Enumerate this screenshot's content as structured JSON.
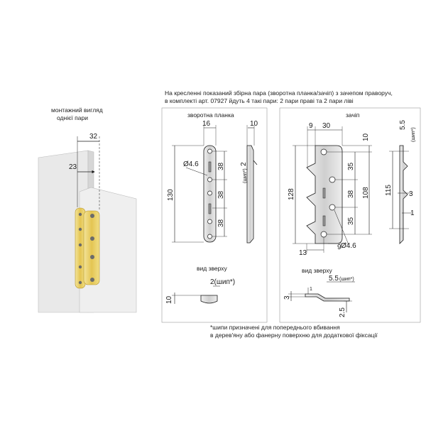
{
  "header": {
    "line1": "На кресленні показаний збірна пара (зворотна планка/зачіп) з зачепом праворуч,",
    "line2": "в комплекті арт. 07927 йдуть 4 такі пари: 2 пари праві та 2 пари ліві"
  },
  "mount_view": {
    "title1": "монтажний вигляд",
    "title2": "однієї пари",
    "dim_32": "32",
    "dim_23": "23"
  },
  "back_plate": {
    "title": "зворотна планка",
    "dim_16": "16",
    "dim_10": "10",
    "dim_130": "130",
    "dim_38a": "38",
    "dim_38b": "38",
    "dim_38c": "38",
    "dim_2": "2",
    "spike_label": "(шип*)",
    "hole_dia": "Ø4.6",
    "top_view": "вид зверху",
    "top_dim_2": "2(шип*)",
    "top_dim_10": "10"
  },
  "hook": {
    "title": "зачіп",
    "dim_9": "9",
    "dim_30": "30",
    "dim_10": "10",
    "dim_35a": "35",
    "dim_38": "38",
    "dim_35b": "35",
    "dim_108": "108",
    "dim_128": "128",
    "dim_13": "13",
    "dim_9b": "9",
    "hole_dia": "Ø4.6",
    "dim_55": "5.5",
    "spike_label": "(шип*)",
    "dim_115": "115",
    "dim_3": "3",
    "dim_1": "1",
    "top_view": "вид зверху",
    "top_dim_55": "5.5",
    "top_spike": "(шип*)",
    "top_dim_1": "1",
    "top_dim_3": "3",
    "top_dim_25": "2.5"
  },
  "footnote": {
    "line1": "*шипи призначені для попереднього вбивання",
    "line2": "в дерев'яну або фанерну поверхню для додаткової фіксації"
  },
  "colors": {
    "line": "#1a1a1a",
    "frame": "#9a9a9a",
    "wood": "#e6e6e6",
    "brass": "#e9d36a",
    "steel": "#d9d9d9"
  }
}
